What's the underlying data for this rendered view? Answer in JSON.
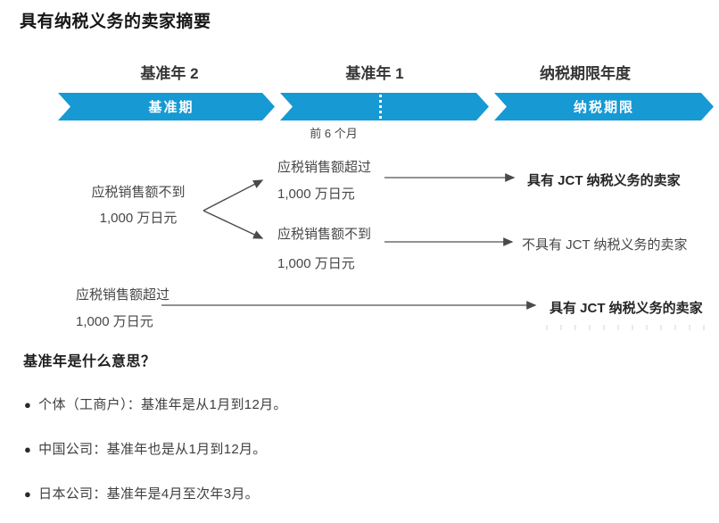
{
  "page": {
    "title": "具有纳税义务的卖家摘要"
  },
  "timeline": {
    "banner_color": "#1799d4",
    "columns": [
      {
        "header": "基准年 2",
        "banner": "基准期"
      },
      {
        "header": "基准年 1",
        "banner": ""
      },
      {
        "header": "纳税期限年度",
        "banner": "纳税期限"
      }
    ],
    "sub_label": "前 6 个月"
  },
  "flow": {
    "base_node": {
      "line1": "应税销售额不到",
      "line2": "1,000 万日元"
    },
    "branch_over": {
      "line1": "应税销售额超过",
      "line2": "1,000 万日元"
    },
    "branch_under": {
      "line1": "应税销售额不到",
      "line2": "1,000 万日元"
    },
    "bottom_node": {
      "line1": "应税销售额超过",
      "line2": "1,000 万日元"
    },
    "result_liable_top": "具有 JCT 纳税义务的卖家",
    "result_not_liable": "不具有 JCT 纳税义务的卖家",
    "result_liable_bottom": "具有 JCT 纳税义务的卖家"
  },
  "qa": {
    "heading": "基准年是什么意思？",
    "bullet_char": "●",
    "bullets": [
      "个体（工商户）：基准年是从1月到12月。",
      "中国公司：基准年也是从1月到12月。",
      "日本公司：基准年是4月至次年3月。"
    ]
  }
}
